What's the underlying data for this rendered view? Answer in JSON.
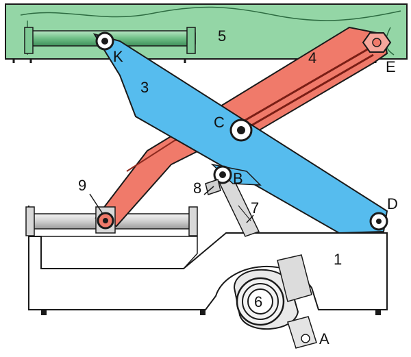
{
  "labels": {
    "part_1": "1",
    "part_3": "3",
    "part_4": "4",
    "part_5": "5",
    "part_6": "6",
    "part_7": "7",
    "part_8": "8",
    "part_9": "9",
    "point_A": "A",
    "point_B": "B",
    "point_C": "C",
    "point_D": "D",
    "point_E": "E",
    "point_K": "K"
  },
  "colors": {
    "top_platform": "#94d6a6",
    "top_platform_dark": "#5fae78",
    "arm_blue": "#56bcee",
    "arm_red": "#f07a6a",
    "arm_red_dark": "#c9483b",
    "base_frame": "#ffffff",
    "roller": "#dcdcdc",
    "outline": "#1a1a1a"
  }
}
